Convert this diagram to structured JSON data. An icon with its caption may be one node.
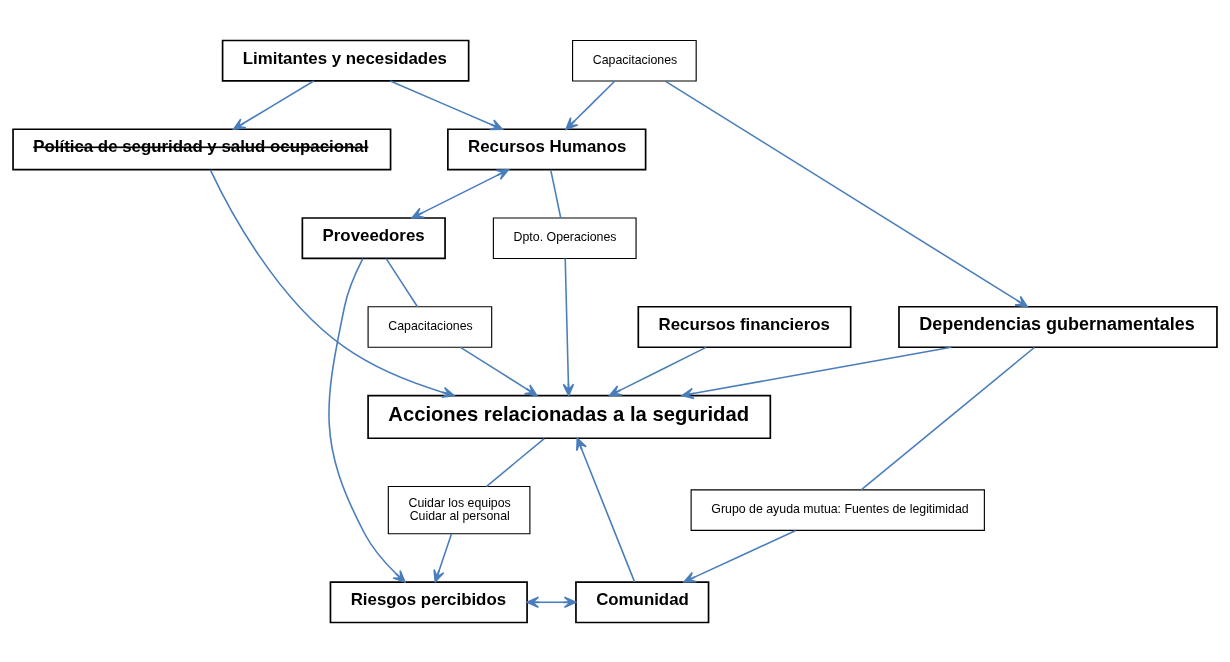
{
  "diagram": {
    "nodes": [
      {
        "text": [
          "Política de seguridad y salud ocupacional"
        ]
      },
      {
        "text": [
          "Recursos Humanos"
        ]
      },
      {
        "text": [
          "Dpto. Operaciones"
        ]
      },
      {
        "text": [
          "Recursos financieros"
        ]
      },
      {
        "text": [
          "Acciones relacionadas a la seguridad"
        ]
      },
      {
        "text": [
          "Capacitaciones"
        ]
      },
      {
        "text": [
          "Capacitaciones"
        ]
      },
      {
        "text": [
          "Proveedores"
        ]
      },
      {
        "text": [
          "Cuidar los equipos",
          "Cuidar al personal"
        ]
      },
      {
        "text": [
          "Dependencias gubernamentales"
        ]
      },
      {
        "text": [
          "Grupo de ayuda mutua: Fuentes de legitimidad"
        ]
      },
      {
        "text": [
          "Limitantes y necesidades"
        ]
      },
      {
        "text": [
          "Riesgos percibidos"
        ]
      },
      {
        "text": [
          "Comunidad"
        ]
      }
    ],
    "edges": [
      {
        "from": 11,
        "to": 1,
        "arrow": "to"
      },
      {
        "from": 11,
        "to": 0,
        "arrow": "to"
      },
      {
        "from": 0,
        "to": 4,
        "arrow": "to"
      },
      {
        "from": 1,
        "to": 2,
        "arrow": "none"
      },
      {
        "from": 2,
        "to": 4,
        "arrow": "to"
      },
      {
        "from": 3,
        "to": 4,
        "arrow": "to"
      },
      {
        "from": 6,
        "to": 1,
        "arrow": "to"
      },
      {
        "from": 6,
        "to": 9,
        "arrow": "to"
      },
      {
        "from": 1,
        "to": 7,
        "arrow": "both"
      },
      {
        "from": 7,
        "to": 5,
        "arrow": "none"
      },
      {
        "from": 5,
        "to": 4,
        "arrow": "to"
      },
      {
        "from": 4,
        "to": 8,
        "arrow": "none"
      },
      {
        "from": 8,
        "to": 12,
        "arrow": "to"
      },
      {
        "from": 7,
        "to": 12,
        "arrow": "to"
      },
      {
        "from": 9,
        "to": 4,
        "arrow": "to"
      },
      {
        "from": 9,
        "to": 10,
        "arrow": "none"
      },
      {
        "from": 10,
        "to": 13,
        "arrow": "to"
      },
      {
        "from": 13,
        "to": 4,
        "arrow": "to"
      },
      {
        "from": 12,
        "to": 13,
        "arrow": "both"
      }
    ]
  }
}
